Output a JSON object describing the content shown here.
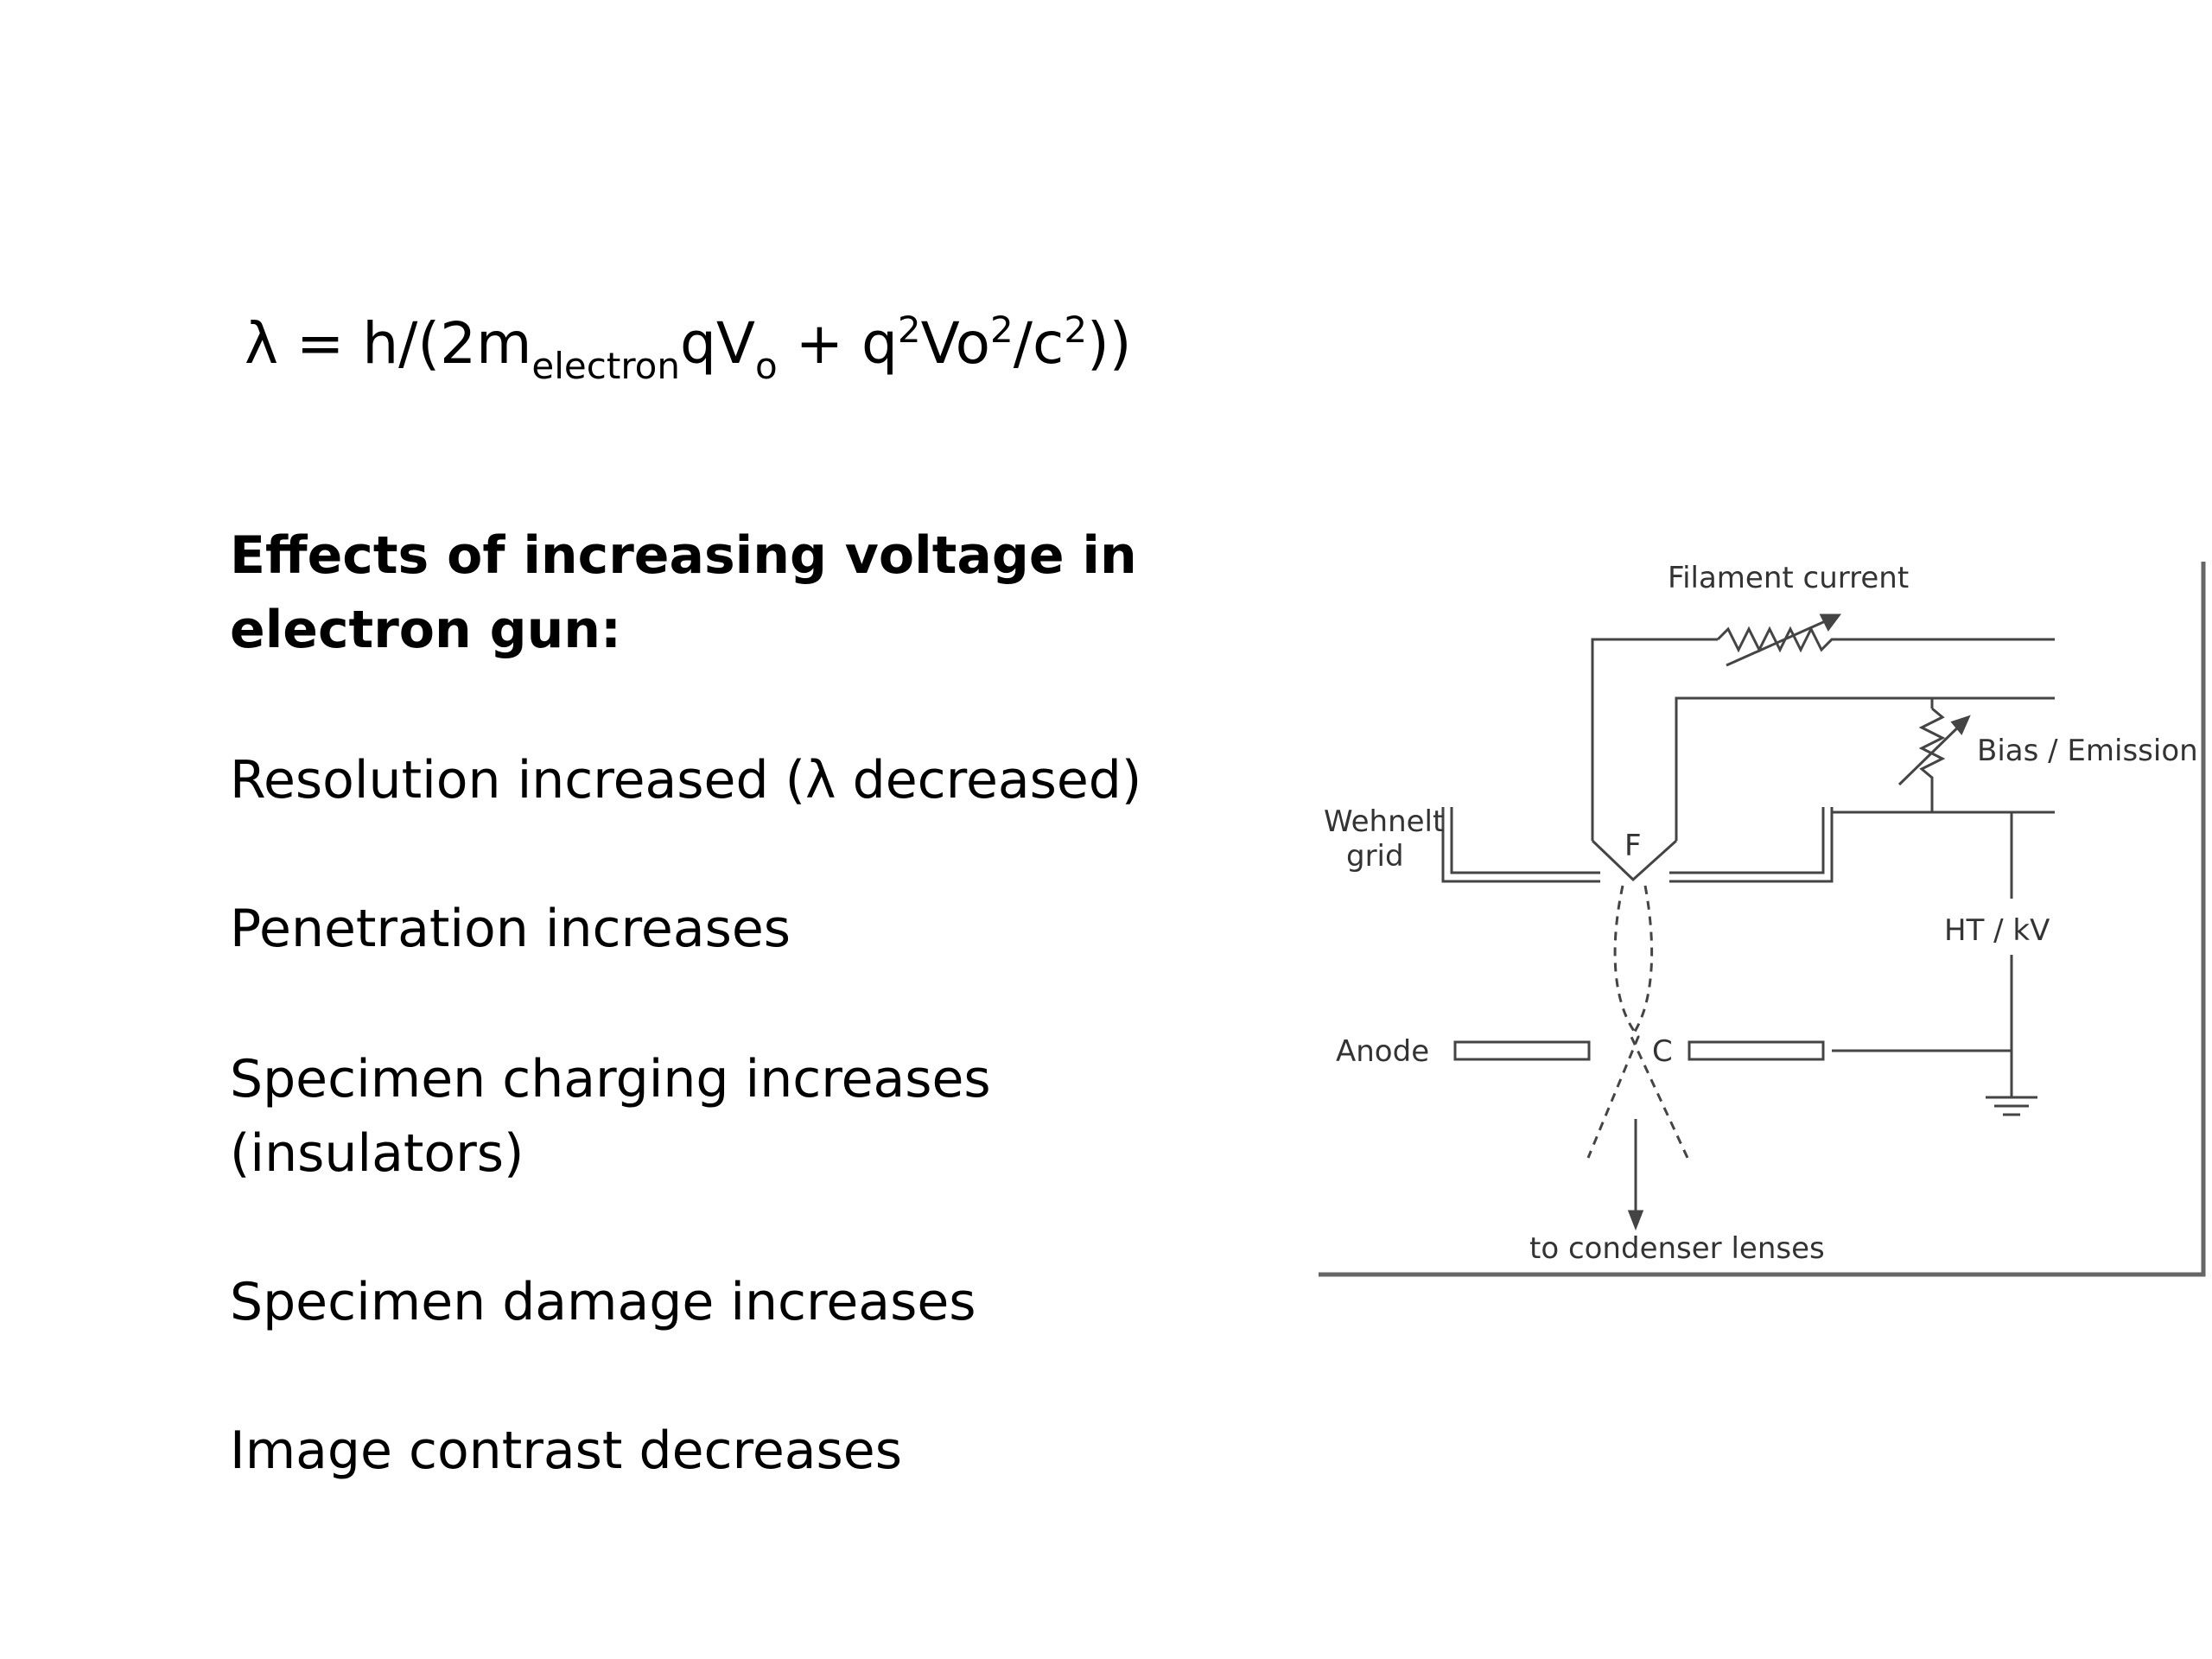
{
  "formula": {
    "lambda": "λ",
    "part1": " = h/(2m",
    "sub1": "electron",
    "part2": "qV",
    "sub2": "o",
    "part3": " + q",
    "sup1": "2",
    "part4": "Vo",
    "sup2": "2",
    "part5": "/c",
    "sup3": "2",
    "part6": "))"
  },
  "heading": {
    "line1": "Effects of increasing voltage in",
    "line2": "electron gun:"
  },
  "points": {
    "resolution": "Resolution increased (λ decreased)",
    "penetration": "Penetration increases",
    "charging_line1": "Specimen charging increases",
    "charging_line2": "(insulators)",
    "damage": "Specimen damage increases",
    "contrast": "Image contrast decreases"
  },
  "diagram": {
    "filament_current": "Filament  current",
    "bias_emission": "Bias / Emission",
    "wehnelt_line1": "Wehnelt",
    "wehnelt_line2": "grid",
    "filament_label": "F",
    "ht_kv": "HT / kV",
    "anode": "Anode",
    "crossover_label": "C",
    "to_condenser": "to  condenser  lenses"
  }
}
